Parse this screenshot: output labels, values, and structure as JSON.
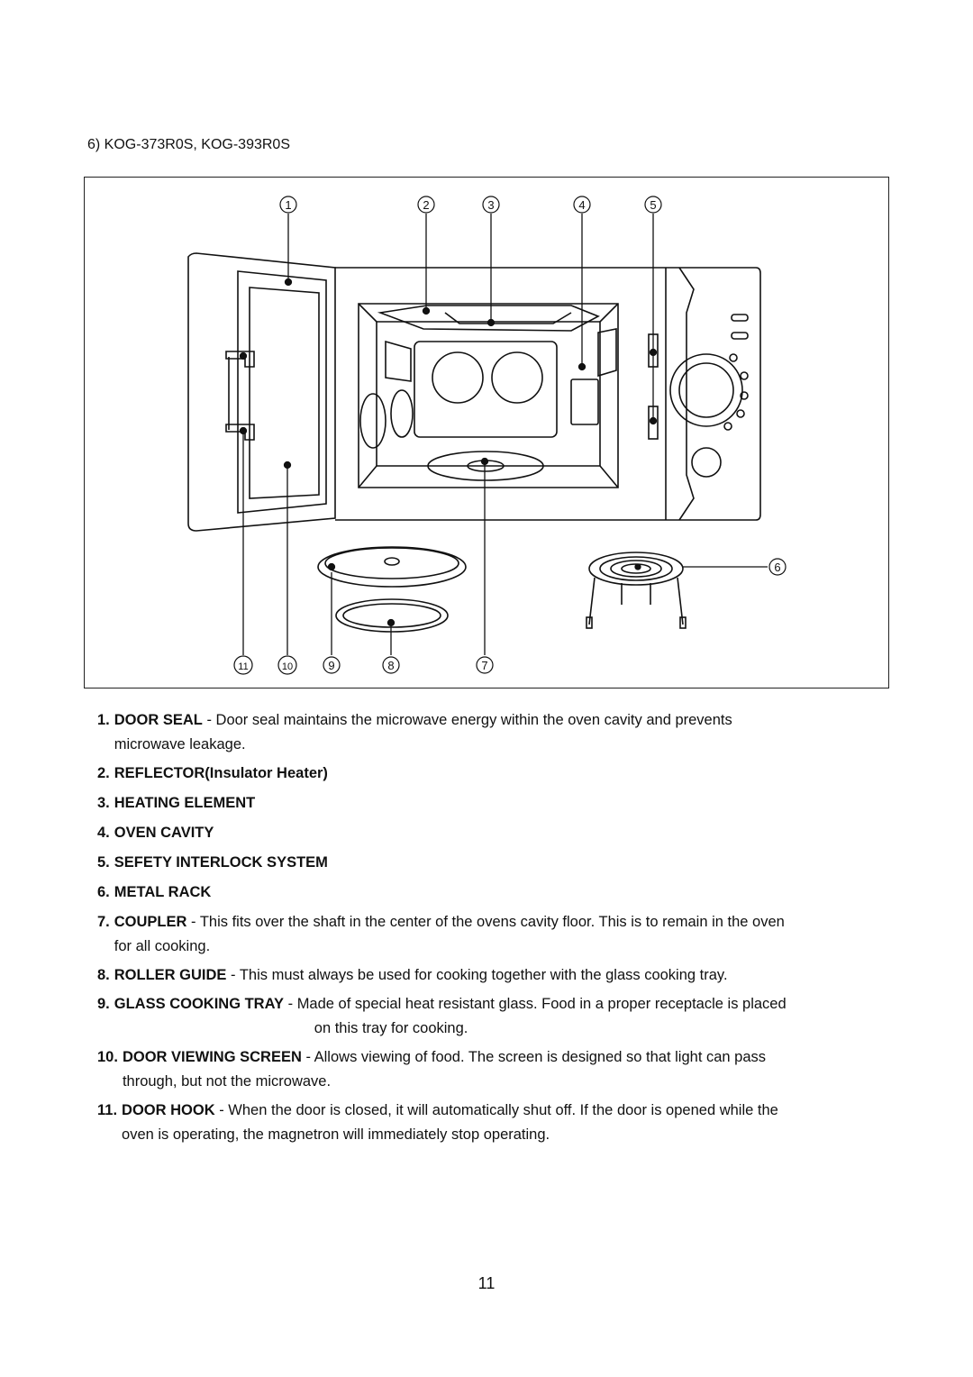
{
  "model_heading": "6) KOG-373R0S, KOG-393R0S",
  "callouts": [
    "1",
    "2",
    "3",
    "4",
    "5",
    "6",
    "7",
    "8",
    "9",
    "10",
    "11"
  ],
  "items": [
    {
      "num": "1.",
      "term": "DOOR SEAL",
      "sep": " - ",
      "desc": "Door seal maintains the microwave energy within the oven cavity and prevents",
      "desc2": "microwave leakage."
    },
    {
      "num": "2.",
      "term": "REFLECTOR(Insulator Heater)"
    },
    {
      "num": "3.",
      "term": "HEATING ELEMENT"
    },
    {
      "num": "4.",
      "term": "OVEN CAVITY"
    },
    {
      "num": "5.",
      "term": "SEFETY INTERLOCK SYSTEM"
    },
    {
      "num": "6.",
      "term": "METAL RACK"
    },
    {
      "num": "7.",
      "term": "COUPLER",
      "sep": " - ",
      "desc": "This fits over the shaft in the center of the ovens cavity floor. This is to remain in the oven",
      "desc2": "for all cooking."
    },
    {
      "num": "8.",
      "term": "ROLLER GUIDE",
      "sep": " - ",
      "desc": "This must always be used for cooking together with the glass cooking tray."
    },
    {
      "num": "9.",
      "term": "GLASS COOKING TRAY",
      "sep": " - ",
      "desc": "Made of special heat resistant glass. Food in a proper receptacle is placed",
      "desc2": "on this tray for cooking."
    },
    {
      "num": "10.",
      "term": "DOOR VIEWING SCREEN",
      "sep": " - ",
      "desc": "Allows viewing of food. The screen is designed so that light can pass",
      "desc2": "through, but not the microwave."
    },
    {
      "num": "11.",
      "term": "DOOR HOOK",
      "sep": " - ",
      "desc": "When the door is closed, it will automatically shut off. If the door is opened while the",
      "desc2": "oven is operating, the magnetron will immediately stop operating."
    }
  ],
  "page_number": "11"
}
